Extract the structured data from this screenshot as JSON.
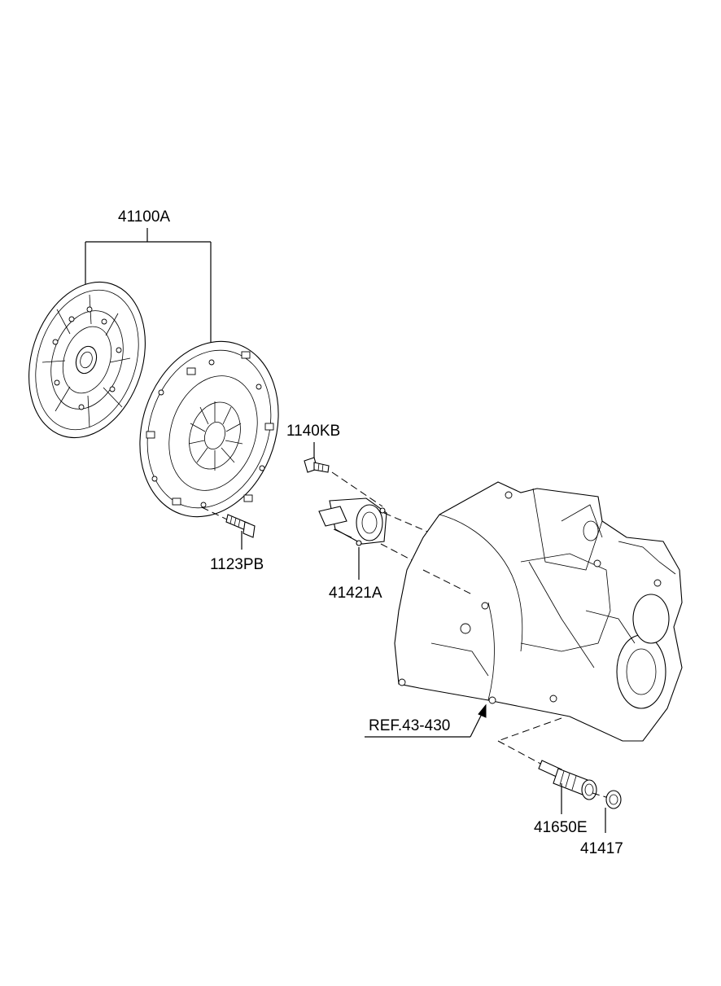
{
  "labels": {
    "clutch_assembly": "41100A",
    "bolt_1140kb": "1140KB",
    "bolt_1123pb": "1123PB",
    "release_cylinder": "41421A",
    "reference": "REF.43-430",
    "fitting": "41650E",
    "cap": "41417"
  }
}
